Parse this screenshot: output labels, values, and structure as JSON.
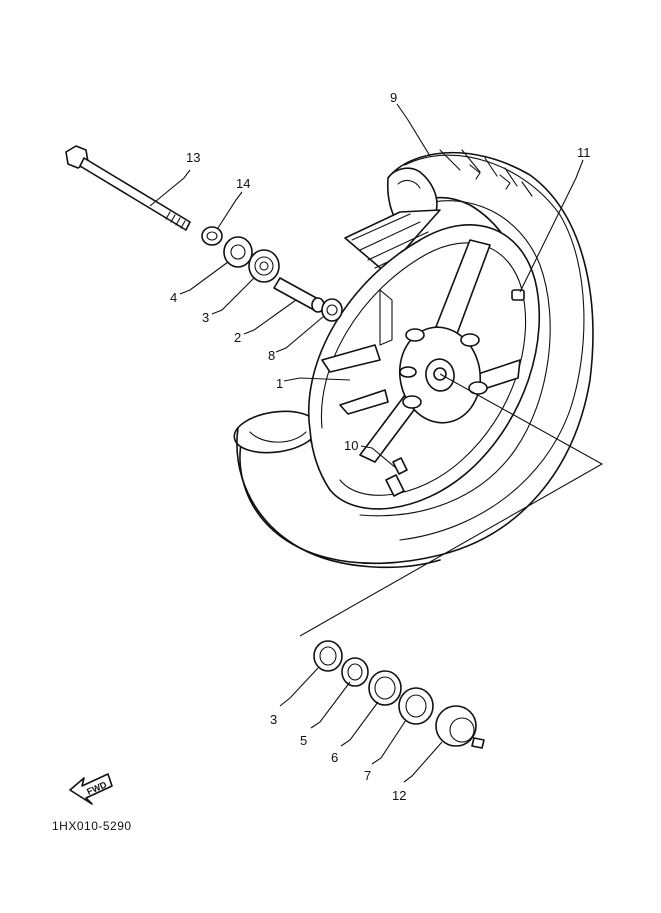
{
  "diagram": {
    "drawing_code": "1HX010-5290",
    "fwd_label": "FWD",
    "parts": {
      "p1": "1",
      "p2": "2",
      "p3_upper": "3",
      "p3_lower": "3",
      "p4": "4",
      "p5": "5",
      "p6": "6",
      "p7": "7",
      "p8": "8",
      "p9": "9",
      "p10": "10",
      "p11": "11",
      "p12": "12",
      "p13": "13",
      "p14": "14"
    }
  }
}
